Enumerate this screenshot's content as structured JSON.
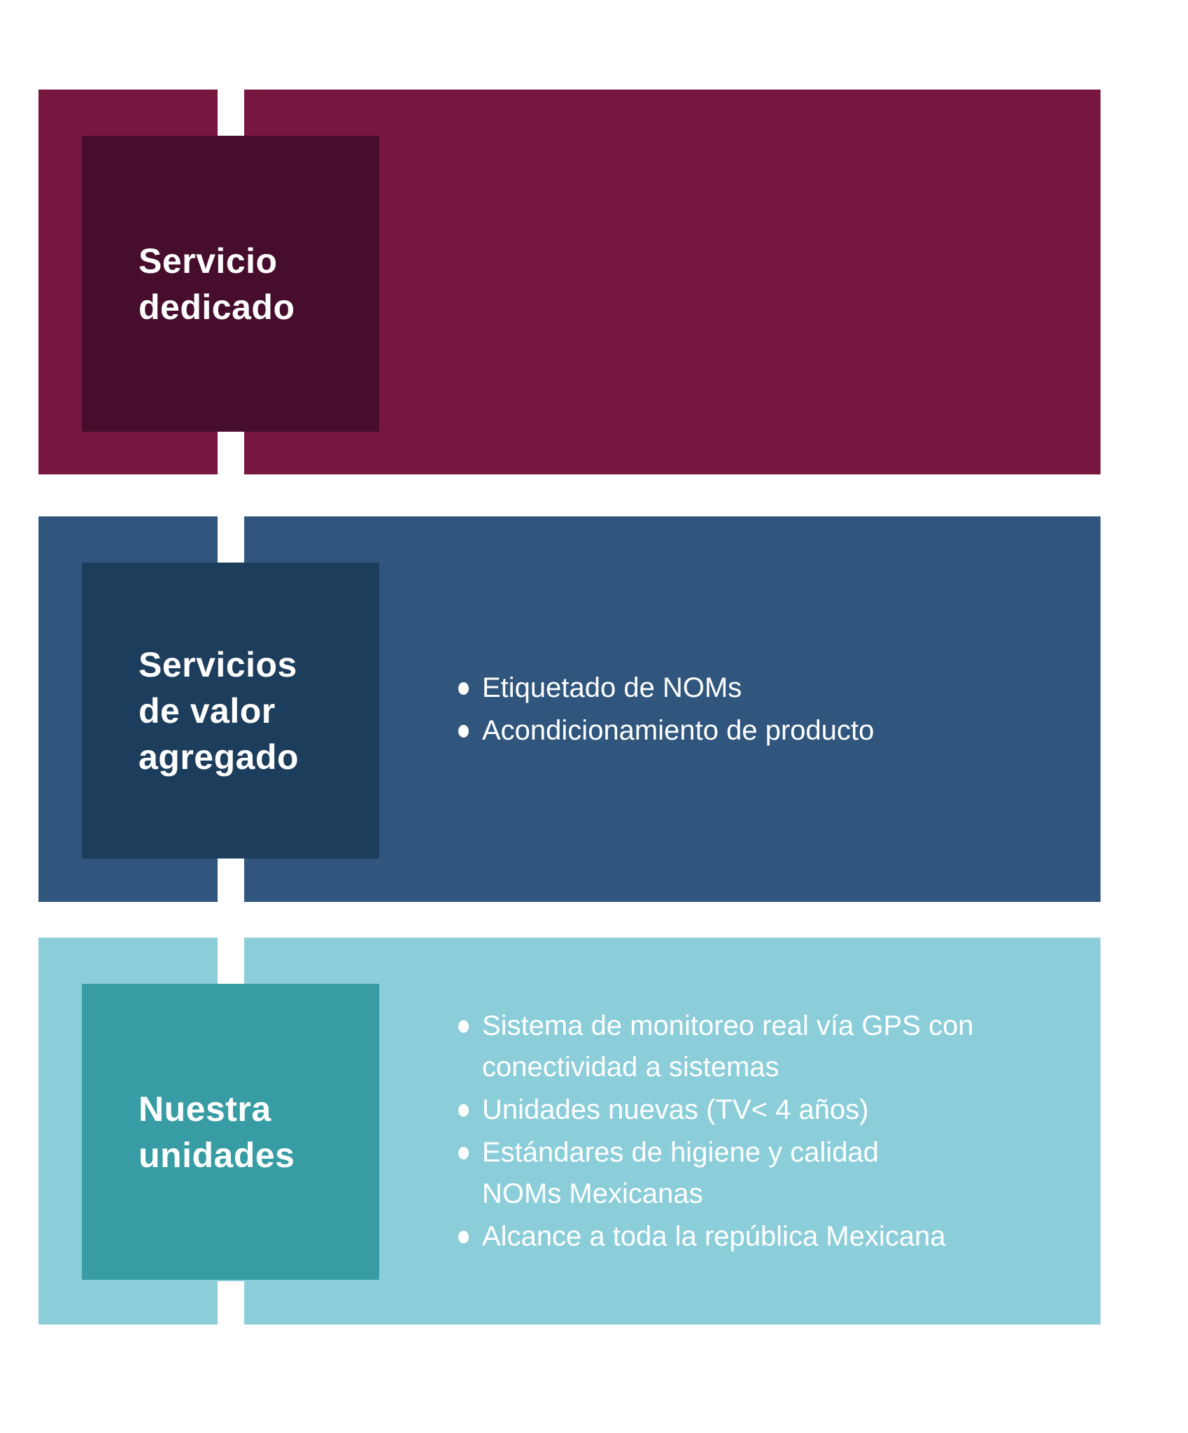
{
  "page": {
    "background": "#ffffff",
    "text_color": "#ffffff"
  },
  "sections": [
    {
      "id": "servicio-dedicado",
      "title": "Servicio dedicado",
      "title_lines": [
        "Servicio",
        "dedicado"
      ],
      "banner_color": "#771740",
      "tile_color": "#470d2c",
      "bullets": []
    },
    {
      "id": "servicios-de-valor-agregado",
      "title": "Servicios de valor agregado",
      "title_lines": [
        "Servicios",
        "de valor",
        "agregado"
      ],
      "banner_color": "#30567e",
      "tile_color": "#1d3d5c",
      "bullets": [
        {
          "lines": [
            "Etiquetado de NOMs"
          ]
        },
        {
          "lines": [
            "Acondicionamiento de producto"
          ]
        }
      ]
    },
    {
      "id": "nuestra-unidades",
      "title": "Nuestra unidades",
      "title_lines": [
        "Nuestra",
        "unidades"
      ],
      "banner_color": "#8bceda",
      "tile_color": "#379ca4",
      "bullets": [
        {
          "lines": [
            "Sistema de monitoreo real vía GPS con",
            "conectividad a sistemas"
          ]
        },
        {
          "lines": [
            "Unidades nuevas (TV< 4 años)"
          ]
        },
        {
          "lines": [
            "Estándares de higiene y calidad",
            "NOMs Mexicanas"
          ]
        },
        {
          "lines": [
            "Alcance a toda la república Mexicana"
          ]
        }
      ]
    }
  ]
}
